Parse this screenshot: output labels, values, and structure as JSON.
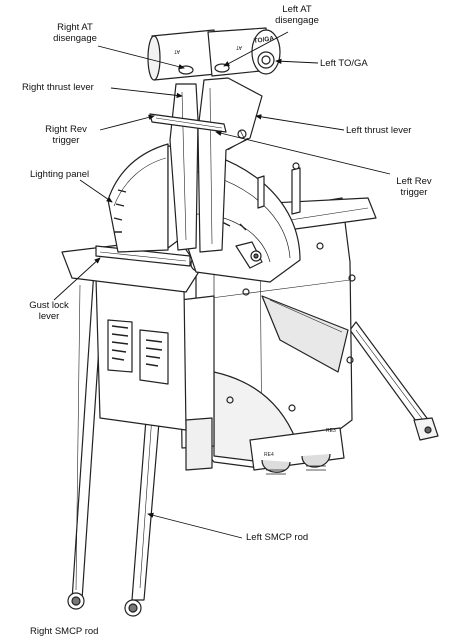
{
  "labels": {
    "right_at_disengage": "Right AT\ndisengage",
    "left_at_disengage": "Left AT\ndisengage",
    "left_toga": "Left TO/GA",
    "right_thrust_lever": "Right thrust lever",
    "right_rev_trigger": "Right Rev\ntrigger",
    "left_thrust_lever": "Left thrust lever",
    "lighting_panel": "Lighting panel",
    "left_rev_trigger": "Left Rev\ntrigger",
    "gust_lock_lever": "Gust lock\nlever",
    "left_smcp_rod": "Left SMCP rod",
    "right_smcp_rod": "Right SMCP rod"
  },
  "part_markings": {
    "toga_button": "TO/GA",
    "knob_left": "AT",
    "knob_right": "AT",
    "connector_1": "RE4",
    "connector_2": "RE3"
  }
}
